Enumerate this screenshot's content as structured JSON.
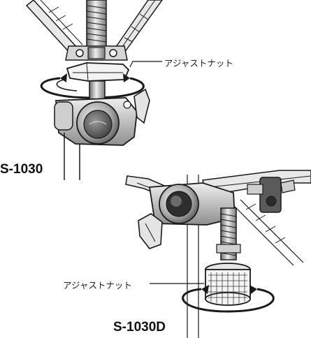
{
  "labels": {
    "top_callout": "アジャストナット",
    "bottom_callout": "アジャストナット",
    "top_model": "S-1030",
    "bottom_model": "S-1030D"
  },
  "colors": {
    "line": "#1a1a1a",
    "metal_dark": "#3a3a3a",
    "metal_mid": "#8a8a8a",
    "metal_light": "#d9d9d9",
    "background": "#ffffff"
  },
  "icons": {
    "rotate_arrow": "rotation-arrow-icon",
    "logo_badge": "pearl-logo-badge"
  }
}
